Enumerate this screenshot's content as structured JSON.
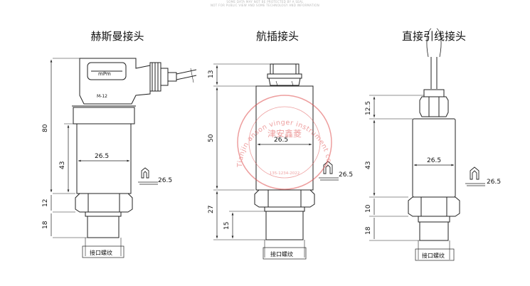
{
  "header_notes": {
    "line1": "SOME DATA MAY NOT BE PROTECTED BY A SEAL",
    "line2": "NOT FOR PUBLIC VIEW AND SOME TECHNOLOGY AND INFORMATION"
  },
  "titles": {
    "hirschmann": "赫斯曼接头",
    "aviation": "航插接头",
    "direct": "直接引线接头"
  },
  "hirschmann": {
    "connector_label_1": "mPm",
    "connector_label_2": "M-12",
    "dim_total": "80",
    "dim_body": "43",
    "dim_hex": "12",
    "dim_thread": "18",
    "diameter": "26.5",
    "wrench": "26.5",
    "thread_label": "接口螺纹"
  },
  "aviation": {
    "dim_plug": "13",
    "dim_body": "50",
    "dim_lower": "27",
    "dim_thread": "15",
    "diameter": "26.5",
    "wrench": "26.5",
    "thread_label": "接口螺纹"
  },
  "direct": {
    "dim_gland": "12.5",
    "dim_body": "43",
    "dim_hex": "10",
    "dim_thread": "18",
    "diameter": "26.5",
    "wrench": "26.5",
    "thread_label": "接口螺纹"
  },
  "watermark": {
    "cn": "津安鑫菱",
    "arc": "Tianjin anson vinger instrument co.,ltd",
    "phone": "135-1234-2022"
  },
  "colors": {
    "line": "#222222",
    "watermark": "#e05050"
  }
}
